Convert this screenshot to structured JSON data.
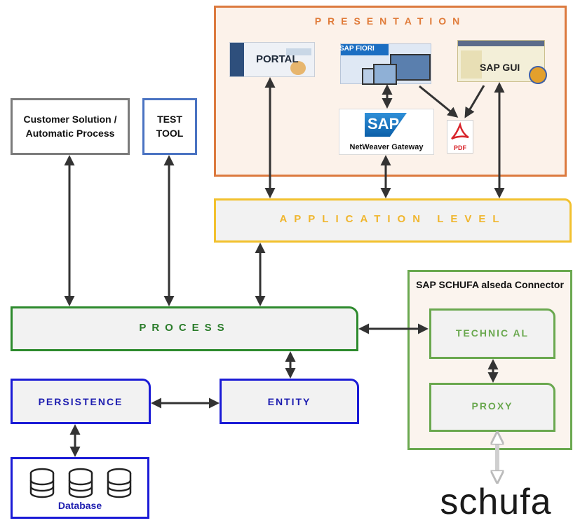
{
  "presentation": {
    "title": "PRESENTATION",
    "portal_label": "PORTAL",
    "fiori_label": "SAP FIORI",
    "sapgui_label": "SAP GUI",
    "gateway_label": "NetWeaver Gateway",
    "gateway_logo": "SAP",
    "pdf_label": "PDF"
  },
  "application": {
    "title": "APPLICATION LEVEL"
  },
  "customer": {
    "title": "Customer Solution / Automatic Process"
  },
  "testtool": {
    "title": "TEST TOOL"
  },
  "process": {
    "title": "PROCESS"
  },
  "persistence": {
    "title": "PERSISTENCE"
  },
  "entity": {
    "title": "ENTITY"
  },
  "database": {
    "title": "Database"
  },
  "connector": {
    "title": "SAP SCHUFA alseda Connector",
    "technical": "TECHNIC AL",
    "proxy": "PROXY"
  },
  "schufa": {
    "logo": "schufa"
  },
  "colors": {
    "presentation": "#dc7a3f",
    "application": "#f2c12e",
    "process": "#2d8a2d",
    "persistence": "#1b1bd6",
    "connector": "#6aa84f",
    "arrow": "#333333"
  }
}
